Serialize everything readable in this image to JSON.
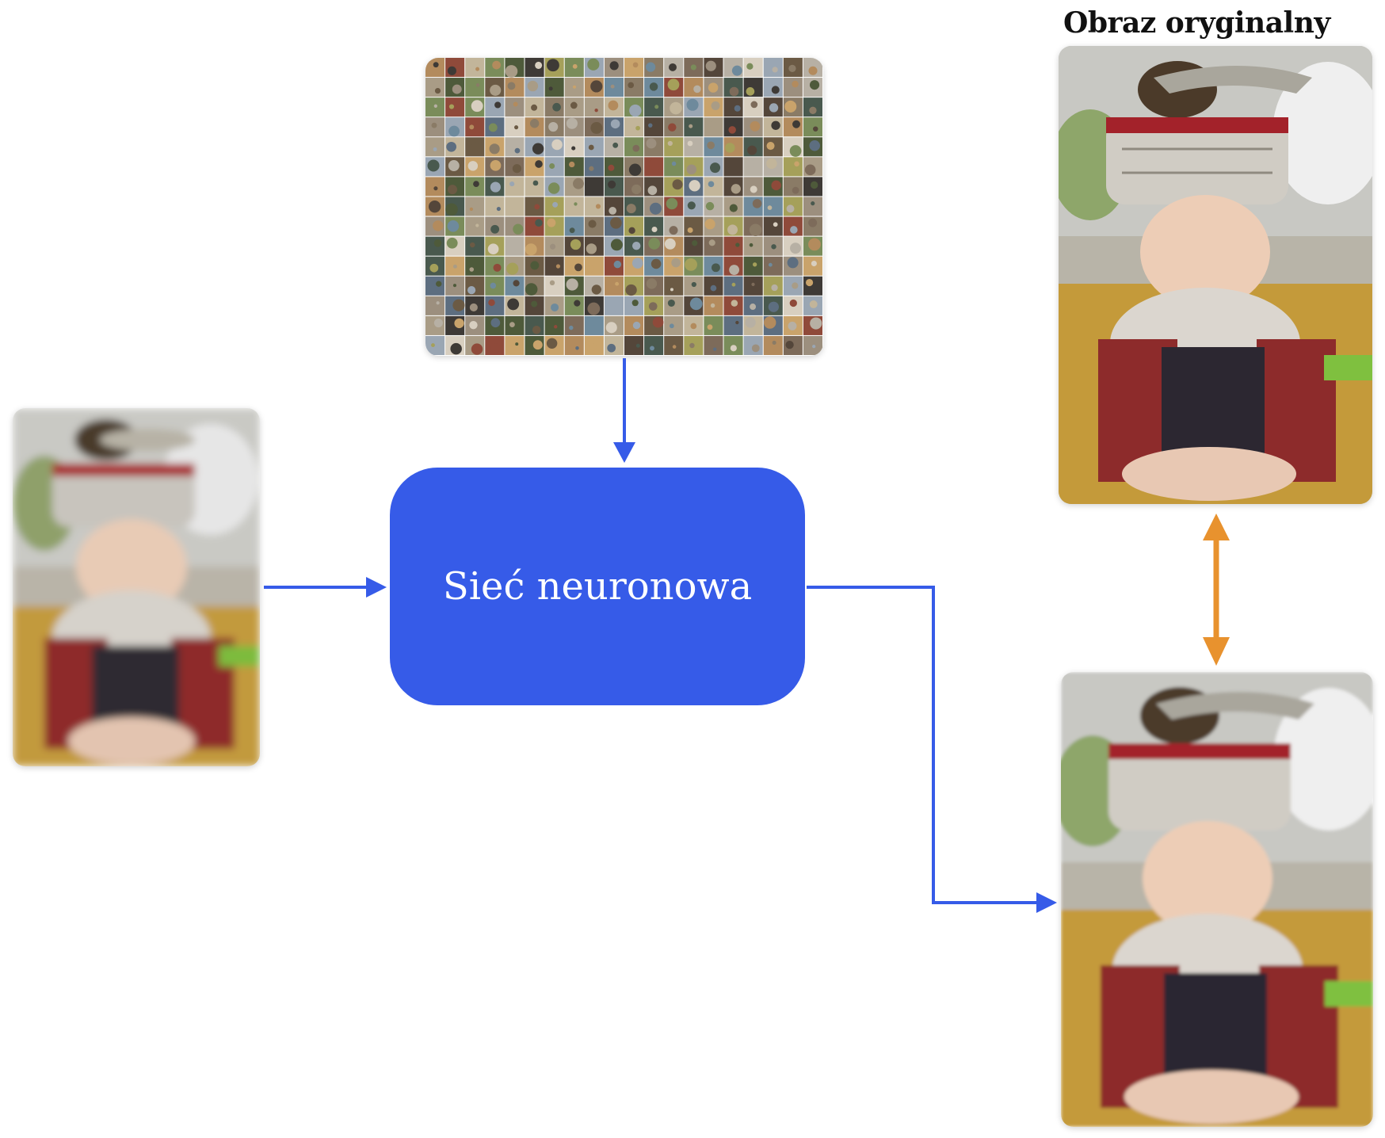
{
  "title_original": "Obraz oryginalny",
  "network_label": "Sieć neuronowa",
  "colors": {
    "network_box": "#365BE8",
    "arrow_flow": "#365BE8",
    "arrow_compare": "#E8922E"
  },
  "panels": {
    "dataset": "dataset-mosaic-image",
    "input": "blurry-input-image",
    "original": "original-sharp-image",
    "output": "reconstructed-output-image"
  }
}
